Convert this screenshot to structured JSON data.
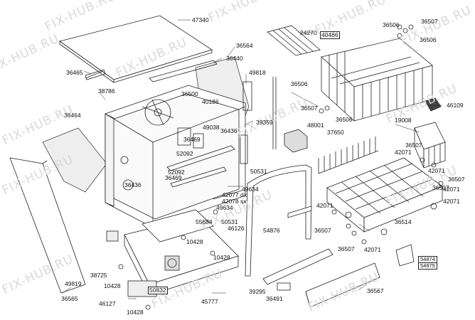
{
  "watermark": "FIX-HUB.RU",
  "parts": {
    "p47340": "47340",
    "p24270": "24270",
    "p40486": "40486",
    "p36506a": "36506",
    "p36507a": "36507",
    "p36506b": "36506",
    "p36564": "36564",
    "p36440": "36440",
    "p49818": "49818",
    "p36465": "36465",
    "p38786": "38786",
    "p36500": "36500",
    "p40186": "40186",
    "p36506c": "36506",
    "p46109": "46109",
    "p36507b": "36507",
    "p36506d": "36506",
    "p36464": "36464",
    "p49038": "49038",
    "p36436a": "36436",
    "p36469a": "36469",
    "p39359": "39359",
    "p48001": "48001",
    "p37650": "37650",
    "p19008": "19008",
    "p52092a": "52092",
    "p36507c": "36507",
    "p42071a": "42071",
    "p52092b": "52092",
    "p36469b": "36469",
    "p50531a": "50531",
    "p42071b": "42071",
    "p36436b": "36436",
    "p42077": "42077 dx",
    "p42078": "42078 sx",
    "p49634a": "49634",
    "p36507d": "36507",
    "p49634b": "49634",
    "p42071c": "42071",
    "p36507e": "36507",
    "p42071d": "42071",
    "p42071e": "42071",
    "p55684": "55684",
    "p50531b": "50531",
    "p46126": "46126",
    "p54876": "54876",
    "p36514": "36514",
    "p36507f": "36507",
    "p10428a": "10428",
    "p10428b": "10428",
    "p36507g": "36507",
    "p42071f": "42071",
    "p38725": "38725",
    "p54874": "54874",
    "dx": "dx",
    "p54875": "54875",
    "sx": "sx",
    "p49819": "49819",
    "p10428c": "10428",
    "p50832": "50832",
    "p39295": "39295",
    "p36567": "36567",
    "p36565": "36565",
    "p36491": "36491",
    "p46127": "46127",
    "p45777": "45777",
    "p10428d": "10428"
  }
}
